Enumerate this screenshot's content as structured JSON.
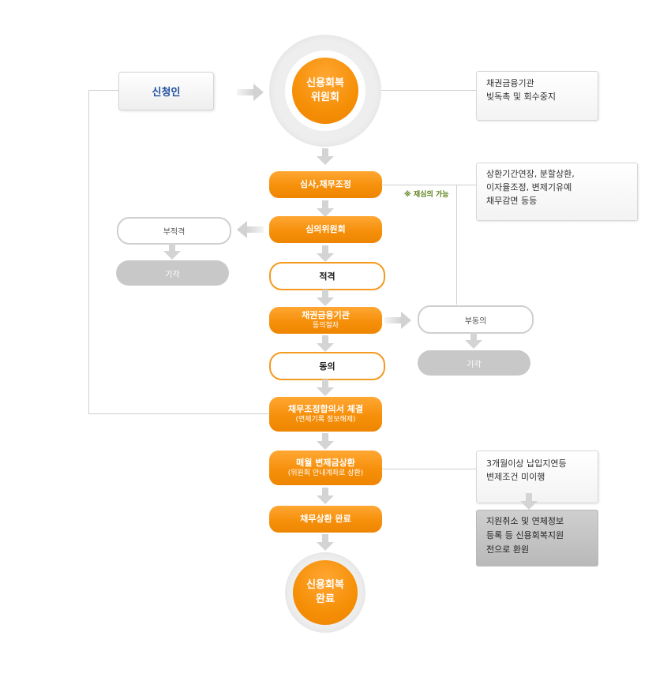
{
  "nodes": {
    "applicant": "신청인",
    "committee_circle": [
      "신용회복",
      "위원회"
    ],
    "review": "심사,채무조정",
    "deliberation": "심의위원회",
    "ineligible": "부적격",
    "reject_left": "기각",
    "eligible": "적격",
    "creditor_consent": [
      "채권금융기관",
      "동의절차"
    ],
    "disagree": "부동의",
    "reject_right": "기각",
    "agree": "동의",
    "agreement": [
      "채무조정합의서 체결",
      "(연체기록 정보해제)"
    ],
    "repayment": [
      "매월 변제금상환",
      "(위원회 안내계좌로 상환)"
    ],
    "complete": "채무상환 완료",
    "final_circle": [
      "신용회복",
      "완료"
    ]
  },
  "note": "※ 재심의 가능",
  "info_boxes": {
    "stop_collection": [
      "채권금융기관",
      "빚독촉 및 회수중지"
    ],
    "adjustment": [
      "상환기간연장, 분할상환,",
      "이자율조정, 변제기유예",
      "채무감면 등등"
    ],
    "default_condition": [
      "3개월이상 납입지연등",
      "변제조건 미이행"
    ],
    "revert": [
      "지원취소 및 연체정보",
      "등록 등 신용회복지원",
      "전으로 환원"
    ]
  },
  "colors": {
    "orange": "#f6900b",
    "outline_orange": "#f49a20",
    "gray": "#c8c8c8",
    "applicant_blue": "#1f4fa0",
    "note_green": "#5a7f16"
  }
}
